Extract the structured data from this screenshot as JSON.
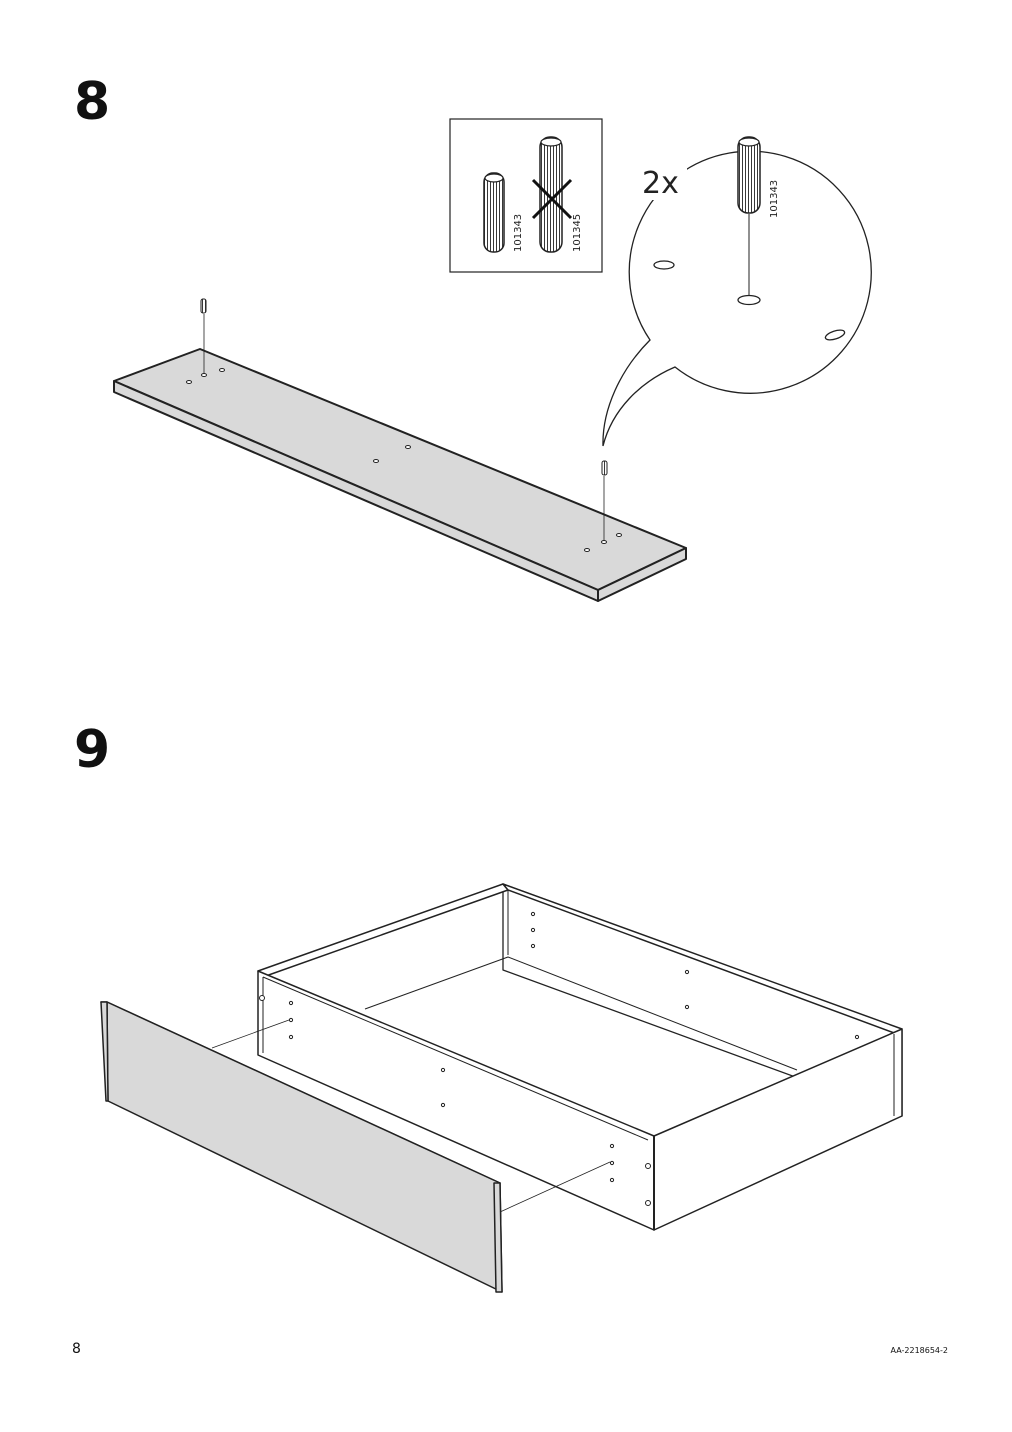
{
  "steps": [
    {
      "number": "8",
      "callout": {
        "quantity": "2x",
        "dowel_code": "101343"
      },
      "comparison_box": {
        "correct_code": "101343",
        "incorrect_code": "101345"
      }
    },
    {
      "number": "9"
    }
  ],
  "footer": {
    "page_number": "8",
    "document_code": "AA-2218654-2"
  },
  "colors": {
    "panel_fill": "#d9d9d9",
    "line": "#222222"
  }
}
